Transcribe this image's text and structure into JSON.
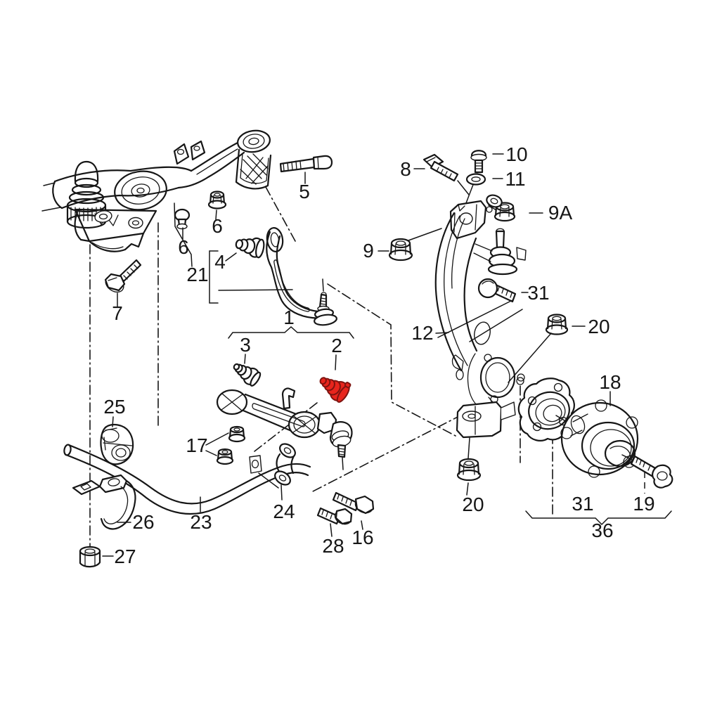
{
  "diagram": {
    "kind": "exploded-parts-diagram",
    "subject": "front axle suspension, control arms, wheel hub",
    "background_color": "#ffffff",
    "line_color": "#161616",
    "highlight_color": "#e8251d",
    "highlighted_part_number": "2",
    "labels": [
      {
        "part": "5",
        "text": "5"
      },
      {
        "part": "6",
        "text": "6"
      },
      {
        "part": "6",
        "text": "6"
      },
      {
        "part": "4",
        "text": "4"
      },
      {
        "part": "21",
        "text": "21"
      },
      {
        "part": "7",
        "text": "7"
      },
      {
        "part": "8",
        "text": "8"
      },
      {
        "part": "10",
        "text": "10"
      },
      {
        "part": "11",
        "text": "11"
      },
      {
        "part": "9A",
        "text": "9A"
      },
      {
        "part": "9",
        "text": "9"
      },
      {
        "part": "31",
        "text": "31"
      },
      {
        "part": "12",
        "text": "12"
      },
      {
        "part": "20",
        "text": "20"
      },
      {
        "part": "1",
        "text": "1"
      },
      {
        "part": "3",
        "text": "3"
      },
      {
        "part": "2",
        "text": "2"
      },
      {
        "part": "18",
        "text": "18"
      },
      {
        "part": "25",
        "text": "25"
      },
      {
        "part": "17",
        "text": "17"
      },
      {
        "part": "26",
        "text": "26"
      },
      {
        "part": "23",
        "text": "23"
      },
      {
        "part": "24",
        "text": "24"
      },
      {
        "part": "27",
        "text": "27"
      },
      {
        "part": "28",
        "text": "28"
      },
      {
        "part": "16",
        "text": "16"
      },
      {
        "part": "20",
        "text": "20"
      },
      {
        "part": "31",
        "text": "31"
      },
      {
        "part": "19",
        "text": "19"
      },
      {
        "part": "36",
        "text": "36"
      }
    ]
  }
}
